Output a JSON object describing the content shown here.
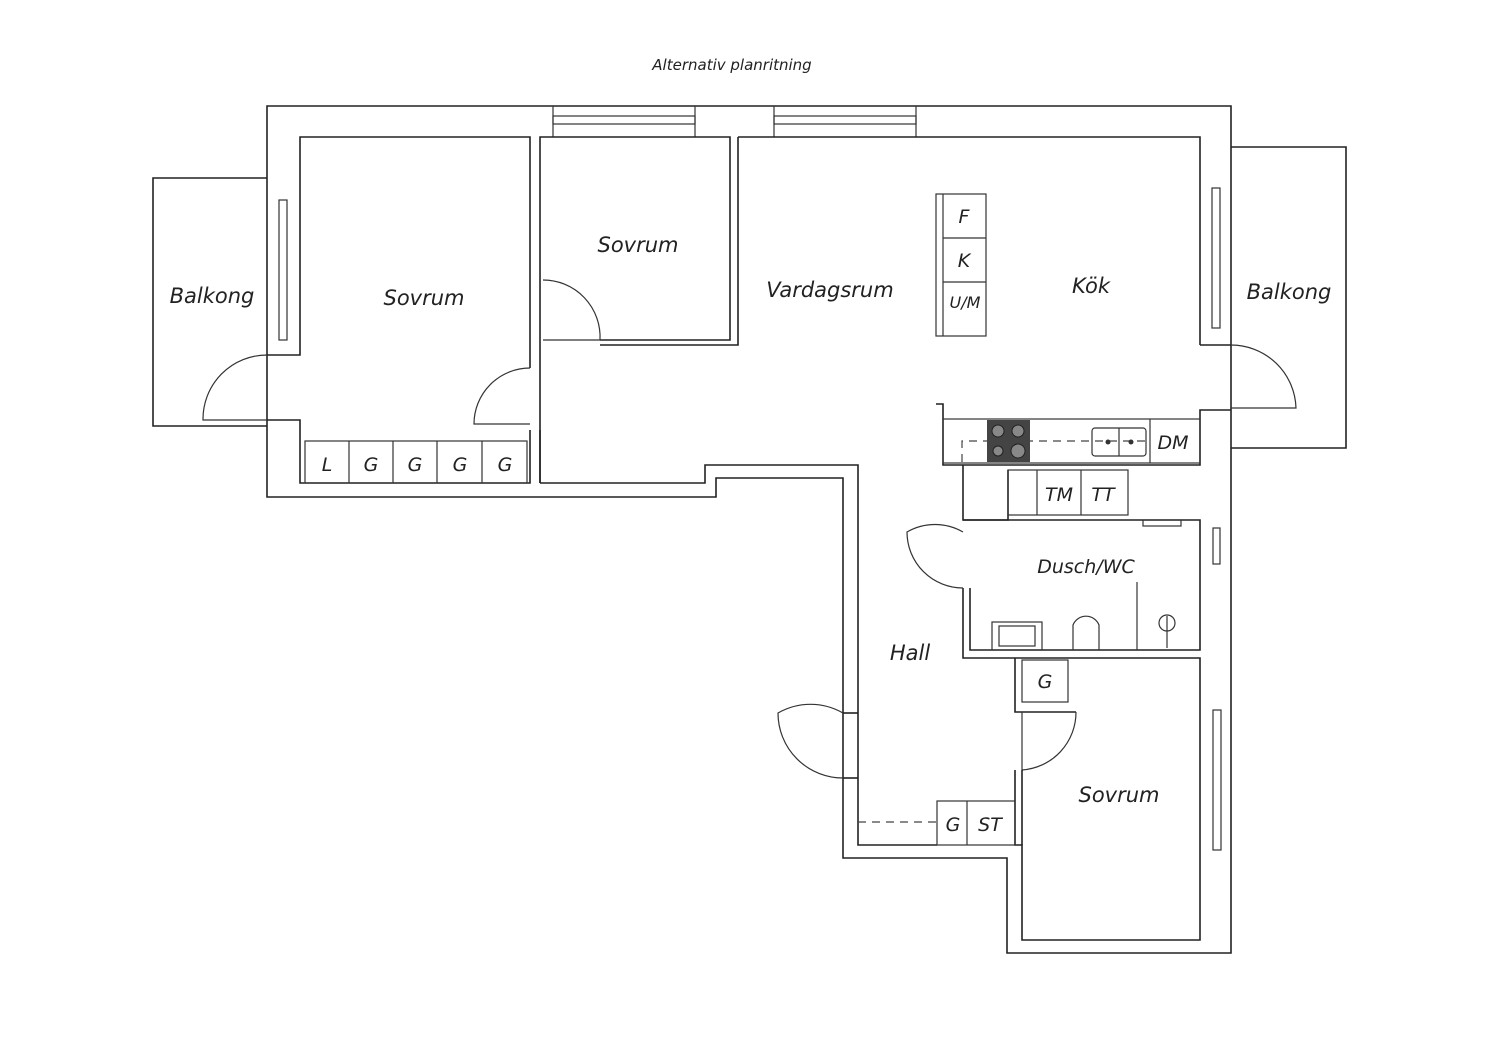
{
  "title": "Alternativ planritning",
  "rooms": {
    "balkong_left": "Balkong",
    "sovrum_left": "Sovrum",
    "sovrum_middle": "Sovrum",
    "vardagsrum": "Vardagsrum",
    "kok": "Kök",
    "balkong_right": "Balkong",
    "dusch_wc": "Dusch/WC",
    "hall": "Hall",
    "sovrum_bottom": "Sovrum"
  },
  "fixtures": {
    "wardrobe_row": [
      "L",
      "G",
      "G",
      "G",
      "G"
    ],
    "fridge": "F",
    "freezer": "K",
    "oven": "U/M",
    "dishwasher": "DM",
    "washer": "TM",
    "dryer": "TT",
    "hall_closet": "G",
    "entry_closet": "G",
    "entry_storage": "ST"
  }
}
